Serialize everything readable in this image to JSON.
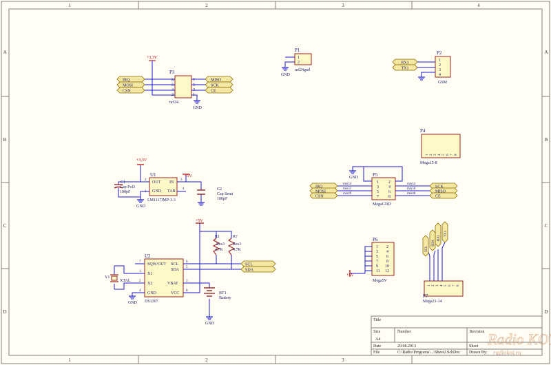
{
  "frame": {
    "columns": [
      "1",
      "2",
      "3",
      "4"
    ],
    "rows": [
      "A",
      "B",
      "C",
      "D"
    ]
  },
  "colors": {
    "sheet": "#fffdf4",
    "wire": "#1c1ccc",
    "component": "#9a2222",
    "component_fill": "#fff9c8",
    "port_fill": "#f5e8a2",
    "port_stroke": "#8a6a00",
    "power": "#b00000",
    "text": "#1a1a6a"
  },
  "p1": {
    "ref": "P1",
    "name": "nrf24gnd",
    "pins": [
      "1",
      "2"
    ],
    "gnd": "GND"
  },
  "p2": {
    "ref": "P2",
    "name": "GSM",
    "pins": [
      "1",
      "2",
      "3",
      "4"
    ],
    "nets": [
      "RX1",
      "TX1"
    ]
  },
  "p3": {
    "ref": "P3",
    "name": "nrf24",
    "power": "+3,3V",
    "gnd": "GND",
    "left_pins": [
      "8",
      "6",
      "4",
      "2"
    ],
    "right_pins": [
      "7",
      "5",
      "3",
      "1"
    ],
    "left_nets": [
      "IRQ",
      "MOSI",
      "CSN"
    ],
    "right_nets": [
      "MISO",
      "SCK",
      "CE"
    ]
  },
  "p4": {
    "ref": "P4",
    "name": "Mega15-8",
    "pins": [
      "1",
      "2",
      "3",
      "4",
      "5",
      "6",
      "7",
      "8"
    ]
  },
  "p5": {
    "ref": "P5",
    "name": "MegaGND",
    "gnd": "GND",
    "left_pins": [
      "1",
      "3",
      "5",
      "7"
    ],
    "right_pins": [
      "2",
      "4",
      "6",
      "8"
    ],
    "left_nets": [
      "IRQ",
      "MOSI",
      "CSN"
    ],
    "left_labels": [
      "mis53",
      "mis51",
      "mis49"
    ],
    "right_nets": [
      "SCK",
      "MISO",
      "CE"
    ],
    "right_labels": [
      "mis52",
      "mis50",
      "mis48"
    ]
  },
  "p6": {
    "ref": "P6",
    "name": "Mega5V",
    "power": "+5V",
    "left_pins": [
      "1",
      "3",
      "5",
      "7",
      "9",
      "11"
    ],
    "right_pins": [
      "2",
      "4",
      "6",
      "8",
      "10",
      "12"
    ]
  },
  "p7": {
    "ref": "P7",
    "name": "Mega21-14",
    "pins": [
      "1",
      "2",
      "3",
      "4",
      "5",
      "6",
      "7",
      "8"
    ],
    "nets": [
      "SCL",
      "SDA",
      "RX1",
      "TX1"
    ]
  },
  "u1": {
    "ref": "U1",
    "name": "LM1117IMP-3.3",
    "pins": {
      "out": "OUT",
      "in": "IN",
      "gnd": "GND",
      "tab": "TAB"
    },
    "pin_numbers": [
      "2",
      "3",
      "1",
      "4"
    ],
    "vin": "+5V",
    "vout": "+3,3V",
    "gnd": "GND"
  },
  "c1": {
    "ref": "C1",
    "name": "Cap Pol3",
    "value": "100pF"
  },
  "c2": {
    "ref": "C2",
    "name": "Cap Semi",
    "value": "100pF"
  },
  "u2": {
    "ref": "U2",
    "name": "DS1307",
    "pins_left": [
      "SQW/OUT",
      "X1",
      "X2",
      "GND"
    ],
    "pins_right": [
      "SCL",
      "SDA",
      "VBAT",
      "VCC"
    ],
    "pin_numbers_left": [
      "7",
      "1",
      "2",
      "4"
    ],
    "pin_numbers_right": [
      "6",
      "5",
      "3",
      "8"
    ],
    "nets": [
      "SCL",
      "SDA"
    ],
    "gnd": "GND"
  },
  "y1": {
    "ref": "Y1",
    "name": "XTAL"
  },
  "r1": {
    "ref": "R1",
    "name": "Res3",
    "value": "4.7K"
  },
  "r2": {
    "ref": "R?",
    "name": "Res3",
    "value": "4.7K"
  },
  "bt1": {
    "ref": "BT1",
    "name": "Battery",
    "gnd": "GND"
  },
  "rail": {
    "plus5": "+5V",
    "gnd": "GND"
  },
  "title_block": {
    "title": "Title",
    "size_label": "Size",
    "size": "A4",
    "number_label": "Number",
    "revision_label": "Revision",
    "date_label": "Date",
    "date": "29.08.2013",
    "file_label": "File",
    "file": "C:\\Radio\\Programs\\...\\Sheet2.SchDoc",
    "sheet_label": "Sheet",
    "drawn_label": "Drawn By:"
  },
  "watermark": {
    "name": "Radio KOT",
    "site": "radiokot.ru"
  }
}
